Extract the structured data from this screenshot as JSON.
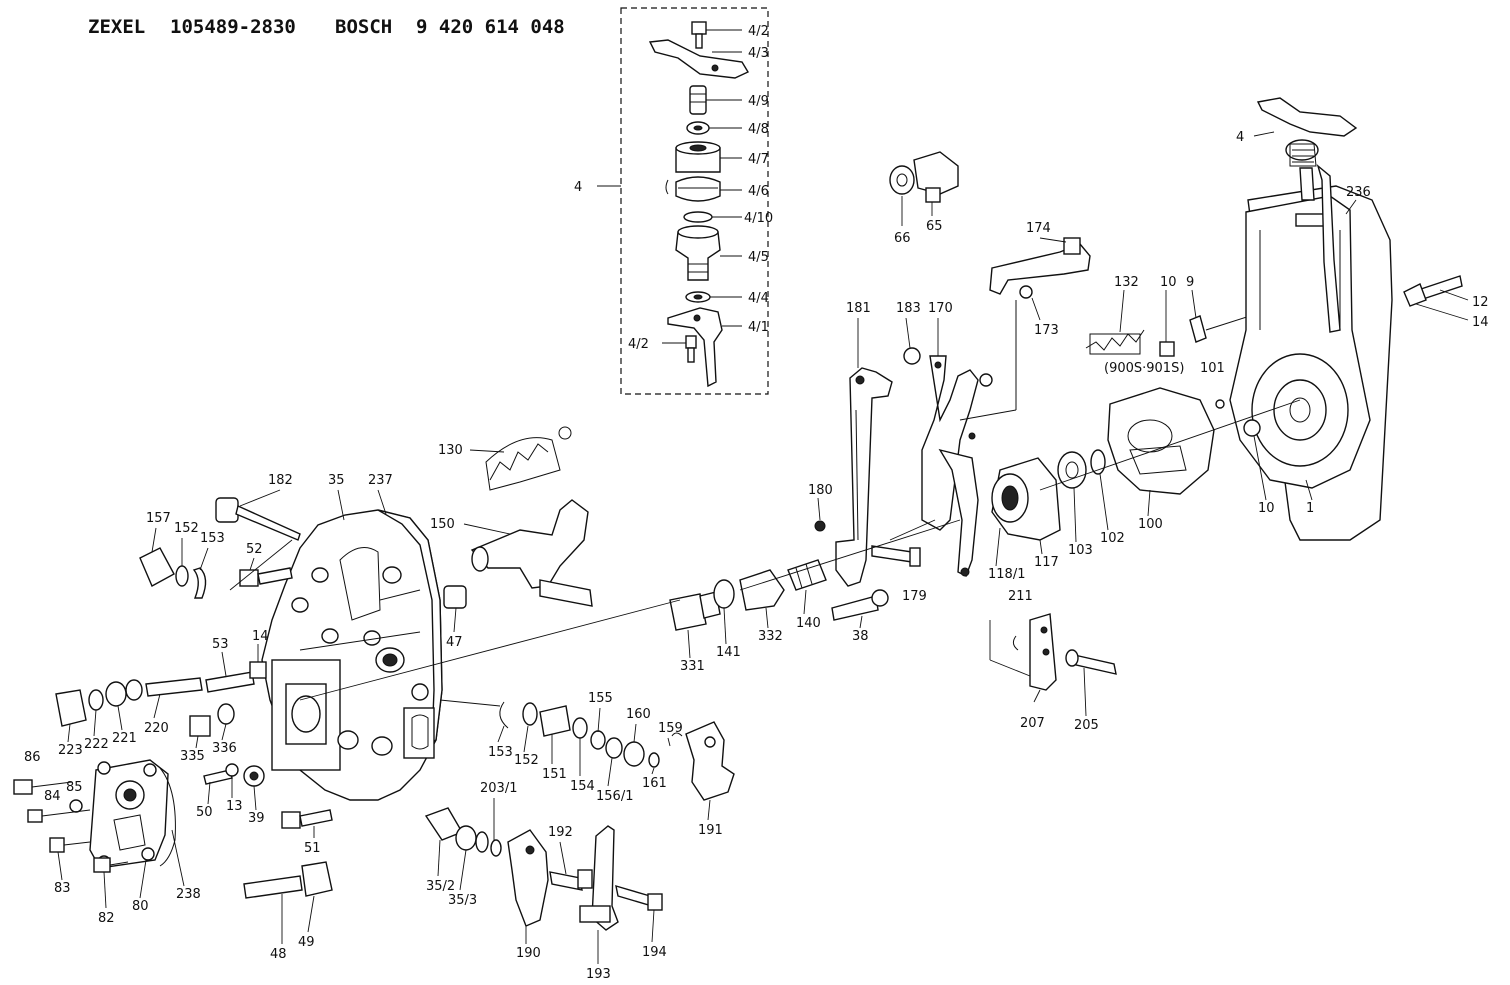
{
  "header": {
    "brand1": "ZEXEL",
    "number1": "105489-2830",
    "brand2": "BOSCH",
    "number2": "9 420 614 048"
  },
  "note": "(900S·901S)",
  "labels": [
    "4/2",
    "4/3",
    "4/9",
    "4/8",
    "4/7",
    "4/6",
    "4/10",
    "4/5",
    "4/4",
    "4/1",
    "4/2",
    "4",
    "66",
    "65",
    "174",
    "173",
    "181",
    "183",
    "170",
    "132",
    "10",
    "9",
    "101",
    "4",
    "236",
    "12",
    "14",
    "100",
    "102",
    "103",
    "117",
    "118/1",
    "10",
    "1",
    "180",
    "179",
    "38",
    "140",
    "332",
    "141",
    "331",
    "211",
    "207",
    "205",
    "130",
    "150",
    "182",
    "35",
    "237",
    "157",
    "152",
    "153",
    "52",
    "47",
    "53",
    "14",
    "220",
    "221",
    "222",
    "223",
    "335",
    "336",
    "13",
    "50",
    "39",
    "86",
    "84",
    "85",
    "83",
    "82",
    "80",
    "238",
    "153",
    "152",
    "151",
    "154",
    "155",
    "156/1",
    "160",
    "161",
    "159",
    "191",
    "51",
    "203/1",
    "35/2",
    "35/3",
    "190",
    "192",
    "193",
    "194",
    "48",
    "49"
  ]
}
